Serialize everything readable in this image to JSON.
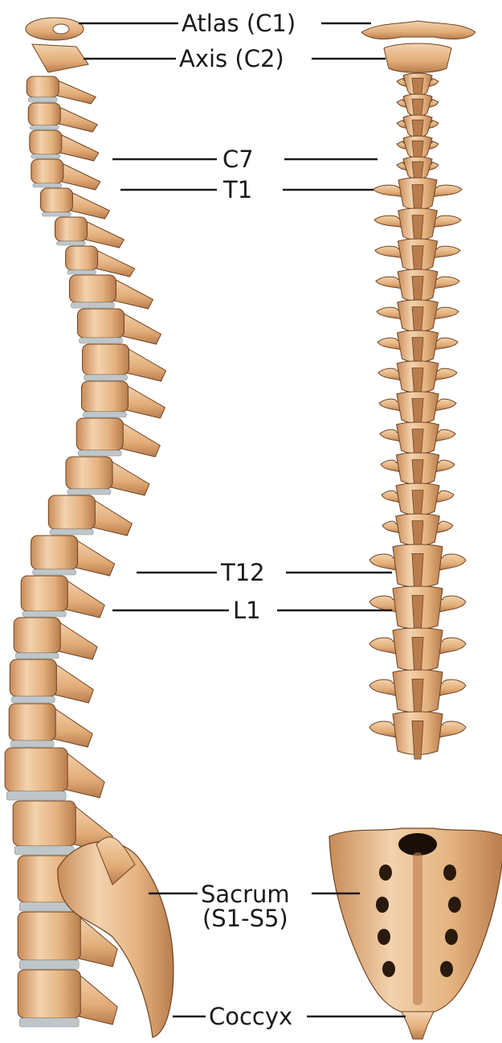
{
  "labels": {
    "atlas": "Atlas (C1)",
    "axis": "Axis (C2)",
    "c7": "C7",
    "t1": "T1",
    "t12": "T12",
    "l1": "L1",
    "sacrum_line1": "Sacrum",
    "sacrum_line2": "(S1-S5)",
    "coccyx": "Coccyx"
  },
  "colors": {
    "bone_fill": "#e8b888",
    "bone_light": "#f5d7b4",
    "bone_shadow": "#b97c4d",
    "bone_outline": "#6d4424",
    "disc": "#bfc6c9",
    "leader_line": "#1a1a1a"
  }
}
